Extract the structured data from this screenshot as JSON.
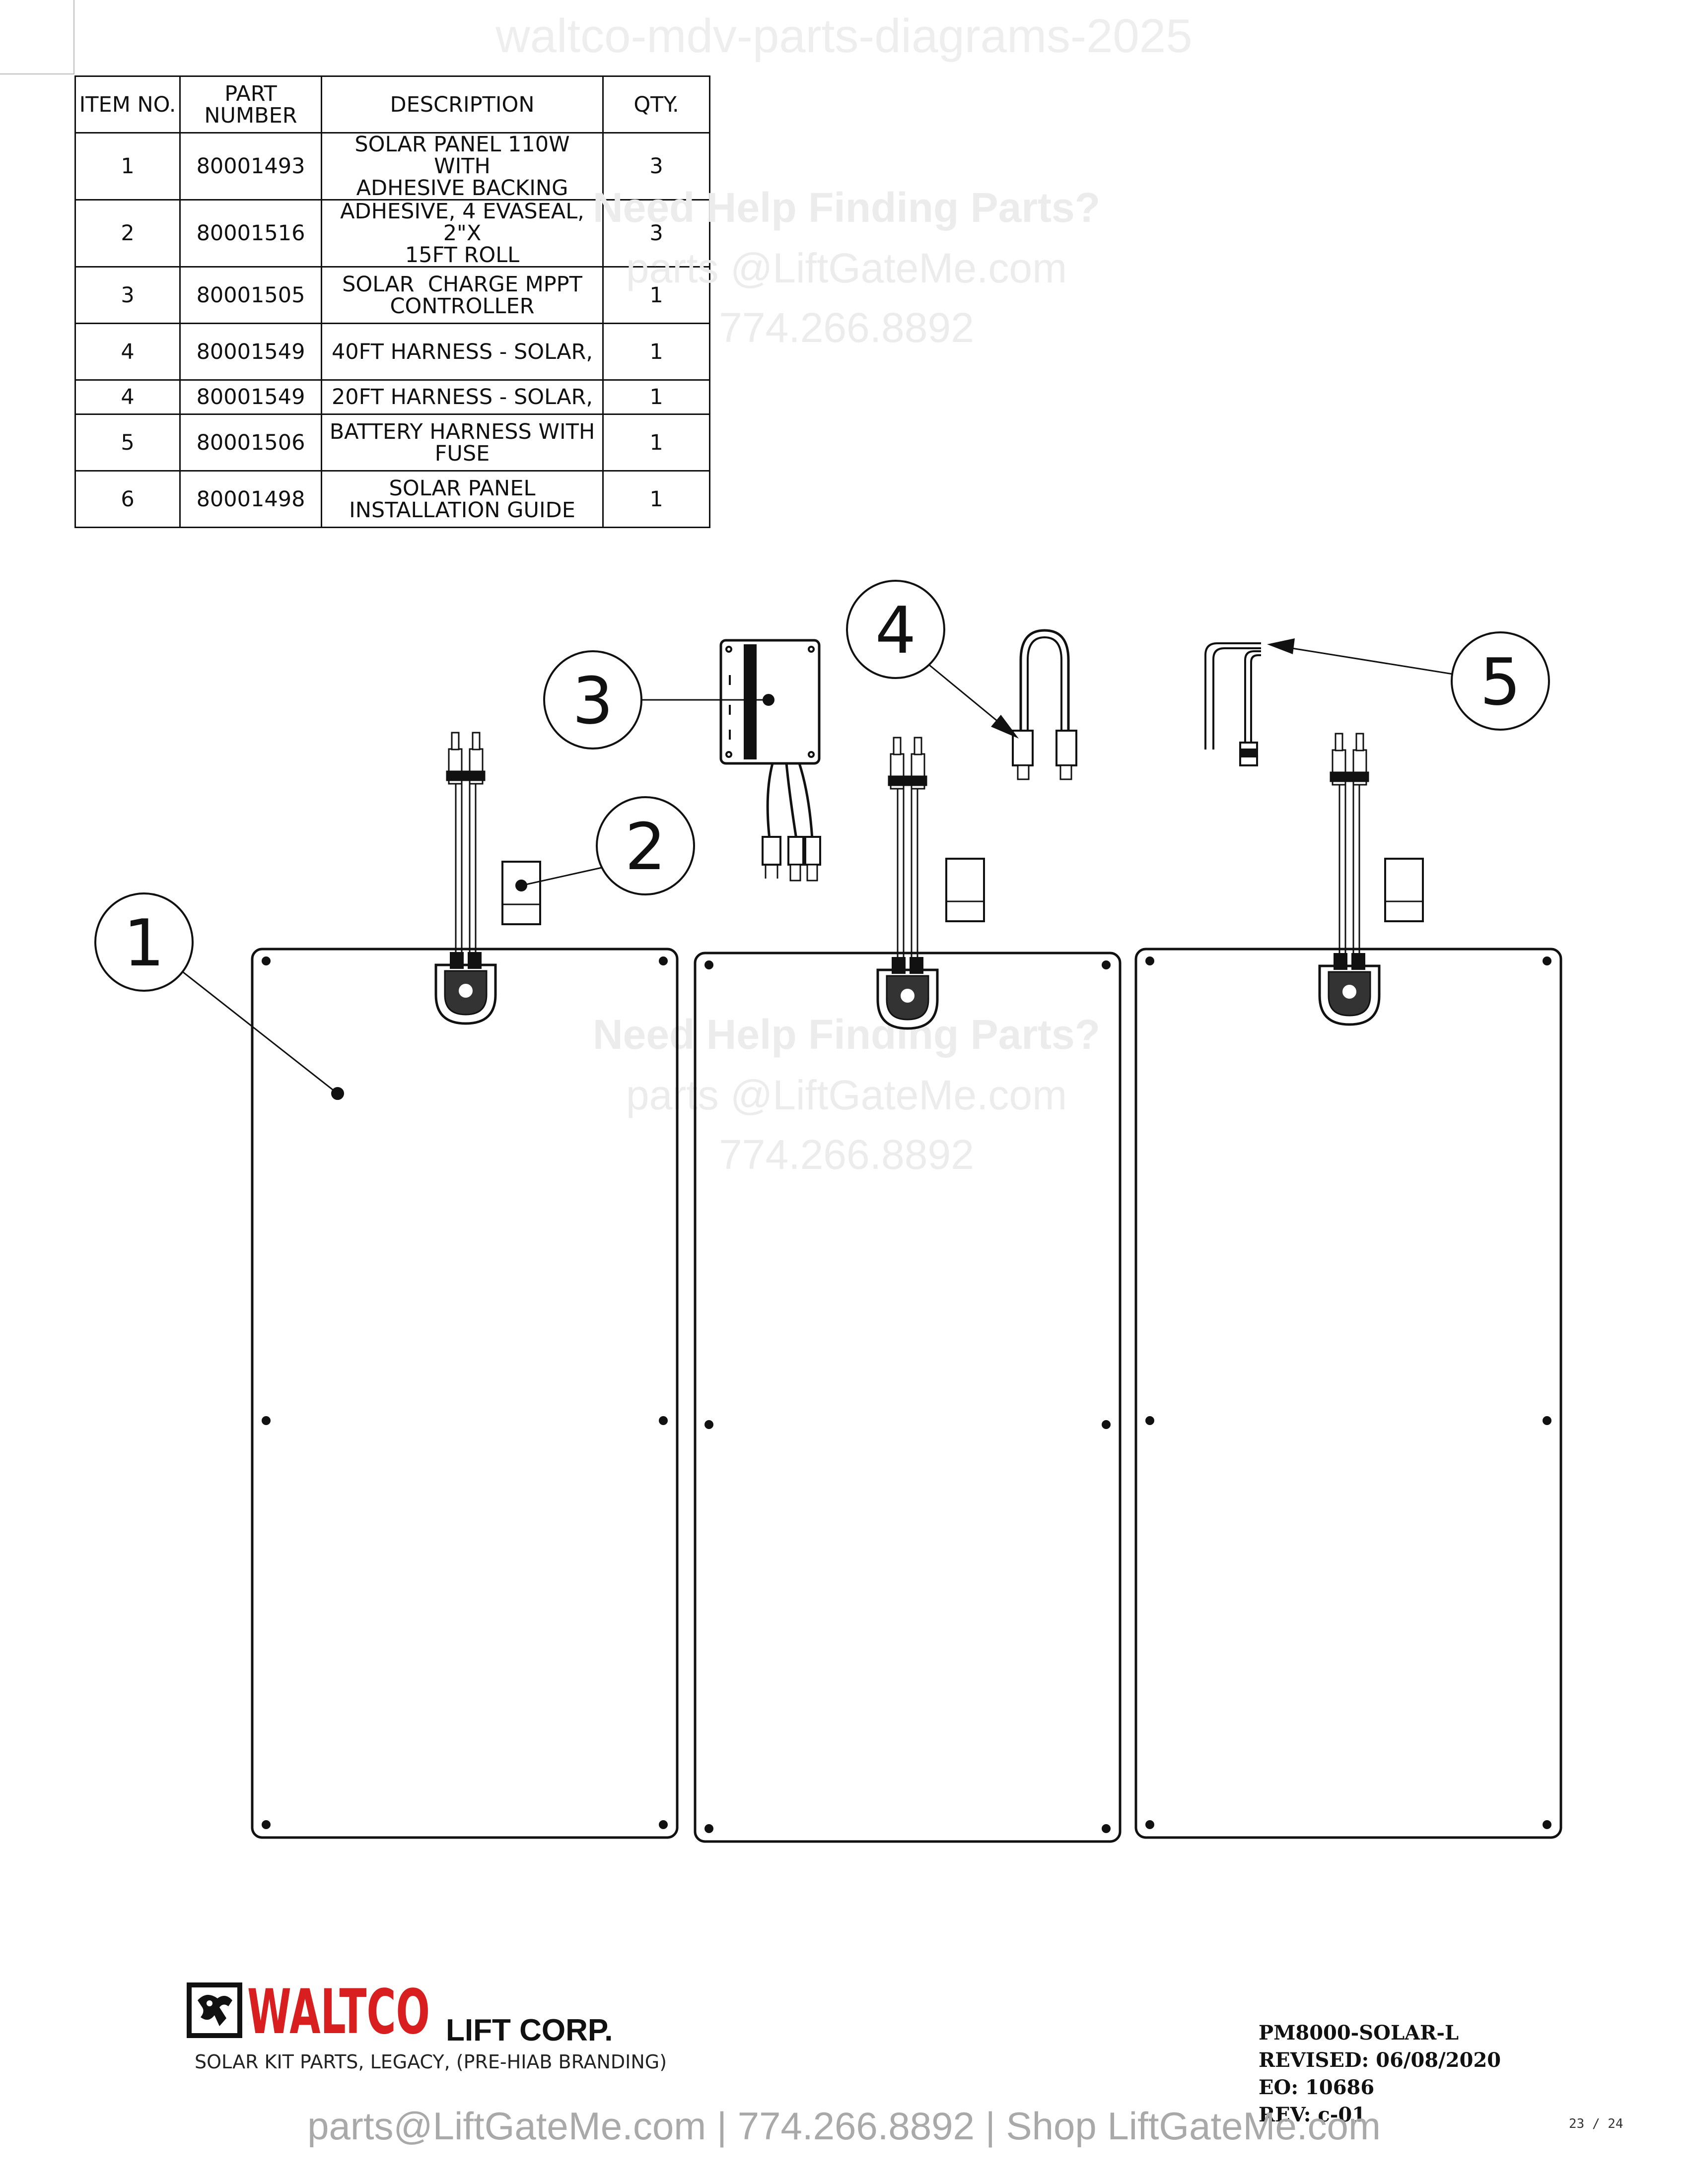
{
  "watermark_top": "waltco-mdv-parts-diagrams-2025",
  "watermark_help": {
    "heading": "Need Help Finding Parts?",
    "email": "parts @LiftGateMe.com",
    "phone": "774.266.8892"
  },
  "parts_table": {
    "headers": {
      "item_no": "ITEM NO.",
      "part_number_line1": "PART",
      "part_number_line2": "NUMBER",
      "description": "DESCRIPTION",
      "qty": "QTY."
    },
    "rows": [
      {
        "item": "1",
        "part": "80001493",
        "desc_line1": "SOLAR PANEL 110W WITH",
        "desc_line2": "ADHESIVE BACKING",
        "qty": "3"
      },
      {
        "item": "2",
        "part": "80001516",
        "desc_line1": "ADHESIVE, 4 EVASEAL, 2\"X",
        "desc_line2": "15FT ROLL",
        "qty": "3"
      },
      {
        "item": "3",
        "part": "80001505",
        "desc_line1": "SOLAR  CHARGE MPPT",
        "desc_line2": "CONTROLLER",
        "qty": "1"
      },
      {
        "item": "4",
        "part": "80001549",
        "desc_line1": "40FT HARNESS - SOLAR,",
        "desc_line2": "",
        "qty": "1"
      },
      {
        "item": "4",
        "part": "80001549",
        "desc_line1": "20FT HARNESS - SOLAR,",
        "desc_line2": "",
        "qty": "1"
      },
      {
        "item": "5",
        "part": "80001506",
        "desc_line1": "BATTERY HARNESS WITH",
        "desc_line2": "FUSE",
        "qty": "1"
      },
      {
        "item": "6",
        "part": "80001498",
        "desc_line1": "SOLAR PANEL",
        "desc_line2": "INSTALLATION GUIDE",
        "qty": "1"
      }
    ]
  },
  "balloons": {
    "b1": "1",
    "b2": "2",
    "b3": "3",
    "b4": "4",
    "b5": "5"
  },
  "title_block": {
    "brand": "WALTCO",
    "lift_corp": "LIFT CORP.",
    "subtitle": "SOLAR KIT PARTS, LEGACY, (PRE-HIAB BRANDING)",
    "doc_number": "PM8000-SOLAR-L",
    "revised": "REVISED: 06/08/2020",
    "eo": "EO: 10686",
    "rev": "REV: c-01",
    "brand_color": "#d81e1e"
  },
  "page_number": "23 / 24",
  "footer": "parts@LiftGateMe.com | 774.266.8892 | Shop LiftGateMe.com"
}
